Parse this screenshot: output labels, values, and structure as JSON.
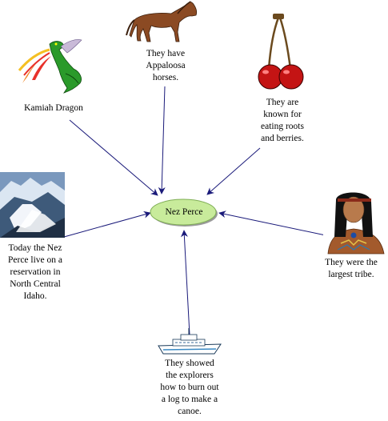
{
  "center": {
    "label": "Nez Perce"
  },
  "nodes": [
    {
      "id": "horses",
      "text": "They have\nAppaloosa\nhorses.",
      "icon": "horse-icon"
    },
    {
      "id": "berries",
      "text": "They are\nknown for\neating roots\nand berries.",
      "icon": "cherries-icon"
    },
    {
      "id": "dragon",
      "text": "Kamiah Dragon",
      "icon": "dragon-icon"
    },
    {
      "id": "idaho",
      "text": "Today the Nez\nPerce live on a\nreservation in\nNorth Central\nIdaho.",
      "icon": "mountain-icon"
    },
    {
      "id": "tribe",
      "text": "They were the\nlargest tribe.",
      "icon": "native-woman-icon"
    },
    {
      "id": "canoe",
      "text": "They showed\nthe explorers\nhow to burn out\na log to make a\ncanoe.",
      "icon": "boat-icon"
    }
  ],
  "colors": {
    "center_fill": "#c8eb9b",
    "arrow": "#1a1a7a"
  }
}
